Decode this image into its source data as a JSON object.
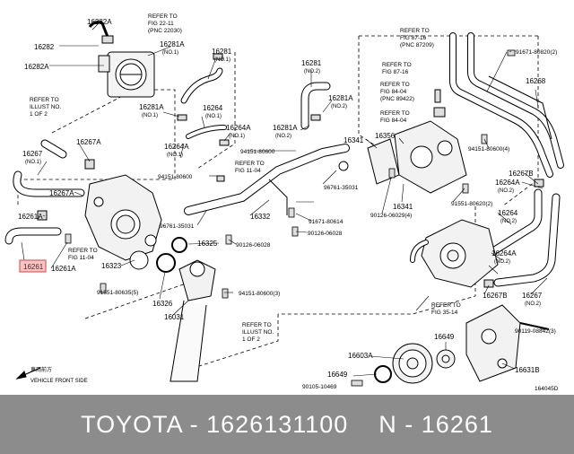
{
  "colors": {
    "highlight_box": "#e8595b",
    "footer_bg": "#8c8c8c",
    "footer_text": "#ffffff"
  },
  "diagram": {
    "id": "164045D",
    "front_arrow_label_jp": "車両前方",
    "front_arrow_label": "VEHICLE FRONT SIDE",
    "labels": [
      {
        "id": "16282A_top",
        "part": "16282A"
      },
      {
        "id": "16282",
        "part": "16282"
      },
      {
        "id": "16282A",
        "part": "16282A"
      },
      {
        "id": "16281A_top",
        "part": "16281A",
        "qty": "(NO.1)"
      },
      {
        "id": "16281",
        "part": "16281",
        "qty": "(NO.1)"
      },
      {
        "id": "16281A_mid",
        "part": "16281A",
        "qty": "(NO.1)"
      },
      {
        "id": "16264_mid",
        "part": "16264",
        "qty": "(NO.1)"
      },
      {
        "id": "16264A_mid",
        "part": "16264A",
        "qty": "(NO.1)"
      },
      {
        "id": "16264A_low",
        "part": "16264A",
        "qty": "(NO.1)"
      },
      {
        "id": "16281_r",
        "part": "16281",
        "qty": "(NO.2)"
      },
      {
        "id": "16281A_r",
        "part": "16281A",
        "qty": "(NO.2)"
      },
      {
        "id": "16281A_r2",
        "part": "16281A",
        "qty": "(NO.2)"
      },
      {
        "id": "16267A",
        "part": "16267A"
      },
      {
        "id": "16267",
        "part": "16267",
        "qty": "(NO.1)"
      },
      {
        "id": "16267A_2",
        "part": "16267A"
      },
      {
        "id": "16261A",
        "part": "16261A"
      },
      {
        "id": "16261",
        "part": "16261"
      },
      {
        "id": "16261A_2",
        "part": "16261A"
      },
      {
        "id": "16323",
        "part": "16323"
      },
      {
        "id": "16326",
        "part": "16326"
      },
      {
        "id": "16031",
        "part": "16031"
      },
      {
        "id": "16325",
        "part": "16325"
      },
      {
        "id": "16332",
        "part": "16332"
      },
      {
        "id": "16341",
        "part": "16341"
      },
      {
        "id": "16356",
        "part": "16356"
      },
      {
        "id": "16341_2",
        "part": "16341"
      },
      {
        "id": "16268",
        "part": "16268"
      },
      {
        "id": "16267B",
        "part": "16267B"
      },
      {
        "id": "16264A_r",
        "part": "16264A",
        "qty": "(NO.2)"
      },
      {
        "id": "16264_r",
        "part": "16264",
        "qty": "(NO.2)"
      },
      {
        "id": "16264A_r2",
        "part": "16264A",
        "qty": "(NO.2)"
      },
      {
        "id": "16267B_2",
        "part": "16267B"
      },
      {
        "id": "16267_r",
        "part": "16267",
        "qty": "(NO.2)"
      },
      {
        "id": "16649",
        "part": "16649"
      },
      {
        "id": "16603A",
        "part": "16603A"
      },
      {
        "id": "16649_2",
        "part": "16649"
      },
      {
        "id": "16631B",
        "part": "16631B"
      },
      {
        "id": "94151-80600",
        "part": "94151-80600"
      },
      {
        "id": "94151-80600_2",
        "part": "94151-80600"
      },
      {
        "id": "94151-80600_4",
        "part": "94151-80600(4)"
      },
      {
        "id": "94151-80600_3",
        "part": "94151-80600(3)"
      },
      {
        "id": "96761-35031",
        "part": "96761-35031"
      },
      {
        "id": "96761-35031_2",
        "part": "96761-35031"
      },
      {
        "id": "90126-06028",
        "part": "90126-06028"
      },
      {
        "id": "90126-06028_2",
        "part": "90126-06028"
      },
      {
        "id": "91671-80614",
        "part": "91671-80614"
      },
      {
        "id": "90126-06029",
        "part": "90126-06029(4)"
      },
      {
        "id": "91551-80620",
        "part": "91551-80620(2)"
      },
      {
        "id": "91551-80635",
        "part": "91551-80635(5)"
      },
      {
        "id": "91671-80820",
        "part": "91671-80820(2)"
      },
      {
        "id": "90119-08842",
        "part": "90119-08842(3)"
      },
      {
        "id": "90105-10469",
        "part": "90105-10469"
      }
    ],
    "refs": [
      {
        "id": "ref_22-11",
        "lines": [
          "REFER TO",
          "FIG 22-11",
          "(PNC 22030)"
        ]
      },
      {
        "id": "ref_illust_1",
        "lines": [
          "REFER TO",
          "ILLUST NO.",
          "1 OF 2"
        ]
      },
      {
        "id": "ref_11-04_a",
        "lines": [
          "REFER TO",
          "FIG 11-04"
        ]
      },
      {
        "id": "ref_11-04_b",
        "lines": [
          "REFER TO",
          "FIG 11-04"
        ]
      },
      {
        "id": "ref_87-16_a",
        "lines": [
          "REFER TO",
          "FIG 87-16",
          "(PNC 87209)"
        ]
      },
      {
        "id": "ref_87-16_b",
        "lines": [
          "REFER TO",
          "FIG 87-16"
        ]
      },
      {
        "id": "ref_84-04_a",
        "lines": [
          "REFER TO",
          "FIG 84-04",
          "(PNC 89422)"
        ]
      },
      {
        "id": "ref_84-04_b",
        "lines": [
          "REFER TO",
          "FIG 84-04"
        ]
      },
      {
        "id": "ref_35-14",
        "lines": [
          "REFER TO",
          "FIG 35-14"
        ]
      },
      {
        "id": "ref_illust_2",
        "lines": [
          "REFER TO",
          "ILLUST NO.",
          "1 OF 2"
        ]
      }
    ]
  },
  "footer": {
    "text": "TOYOTA - 1626131100    N - 16261"
  }
}
